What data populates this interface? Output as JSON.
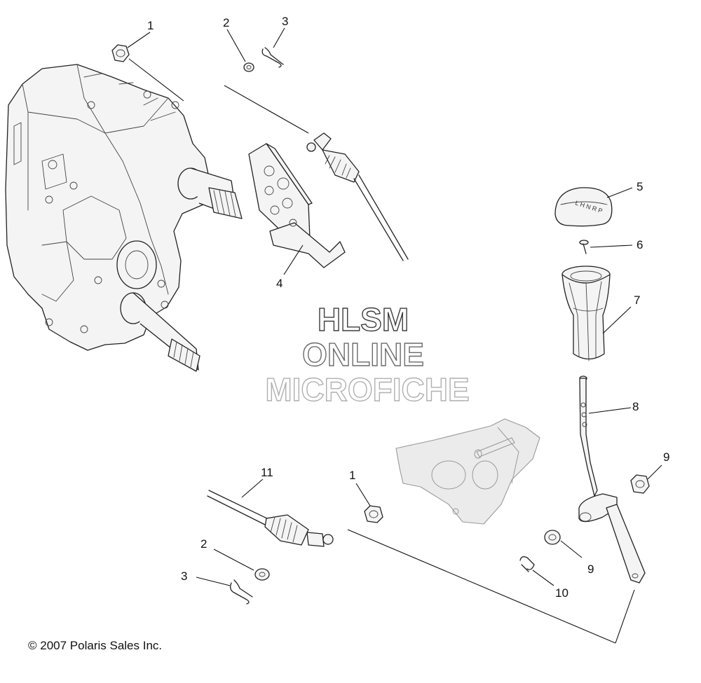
{
  "callouts": {
    "c1a": "1",
    "c2a": "2",
    "c3a": "3",
    "c4": "4",
    "c5": "5",
    "c6": "6",
    "c7": "7",
    "c8": "8",
    "c9a": "9",
    "c9b": "9",
    "c10": "10",
    "c11": "11",
    "c1b": "1",
    "c2b": "2",
    "c3b": "3"
  },
  "watermark": {
    "line1": "HLSM",
    "line2": "ONLINE",
    "line3": "MICROFICHE"
  },
  "copyright": "© 2007 Polaris Sales Inc.",
  "colors": {
    "line": "#222222",
    "ghost": "#9a9a9a",
    "watermark1": "#3c3c3c",
    "watermark2": "#6a6a6a",
    "watermark3": "#b0b0b0"
  }
}
